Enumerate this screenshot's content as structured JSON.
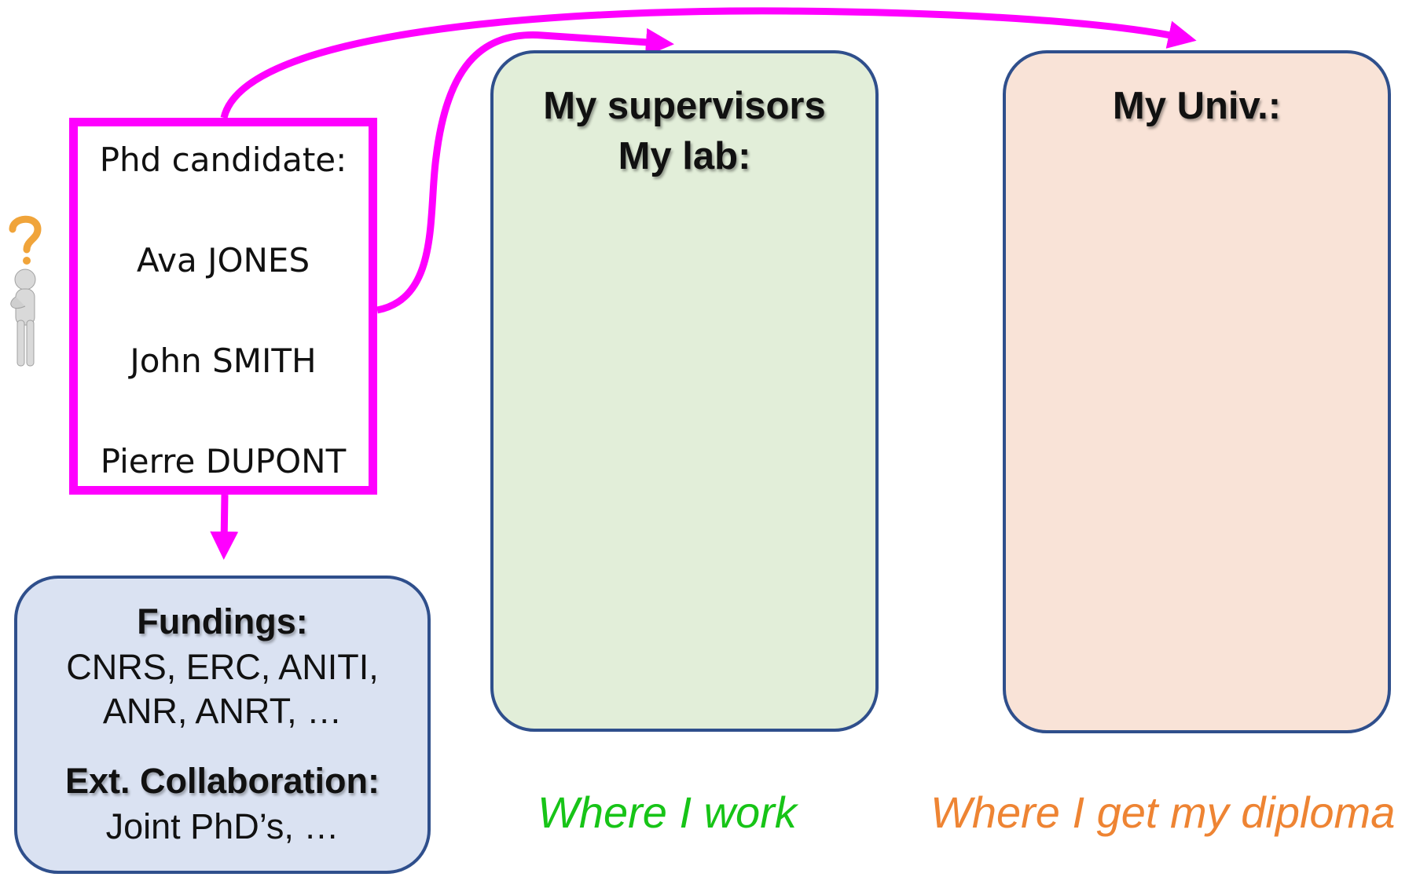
{
  "phd_box": {
    "title": "Phd candidate:",
    "names": [
      "Ava JONES",
      "John SMITH",
      "Pierre DUPONT"
    ]
  },
  "supervisors_panel": {
    "title_lines": [
      "My supervisors",
      "My lab:"
    ]
  },
  "univ_panel": {
    "title": "My Univ.:"
  },
  "fundings_panel": {
    "fundings_heading": "Fundings:",
    "fundings_lines": [
      "CNRS, ERC, ANITI,",
      "ANR, ANRT, …"
    ],
    "collab_heading": "Ext. Collaboration:",
    "collab_lines": [
      "Joint PhD’s, …"
    ]
  },
  "captions": {
    "work": "Where I work",
    "diploma": "Where I get my diploma"
  },
  "colors": {
    "arrow": "#ff00ff",
    "panel_border": "#2f4f8c",
    "supervisors_fill": "#e2eed9",
    "univ_fill": "#f9e3d7",
    "fundings_fill": "#dae2f2",
    "work_caption": "#17c417",
    "diploma_caption": "#ee8433"
  },
  "icons": {
    "thinker": "thinking-person-with-question-mark-icon"
  }
}
